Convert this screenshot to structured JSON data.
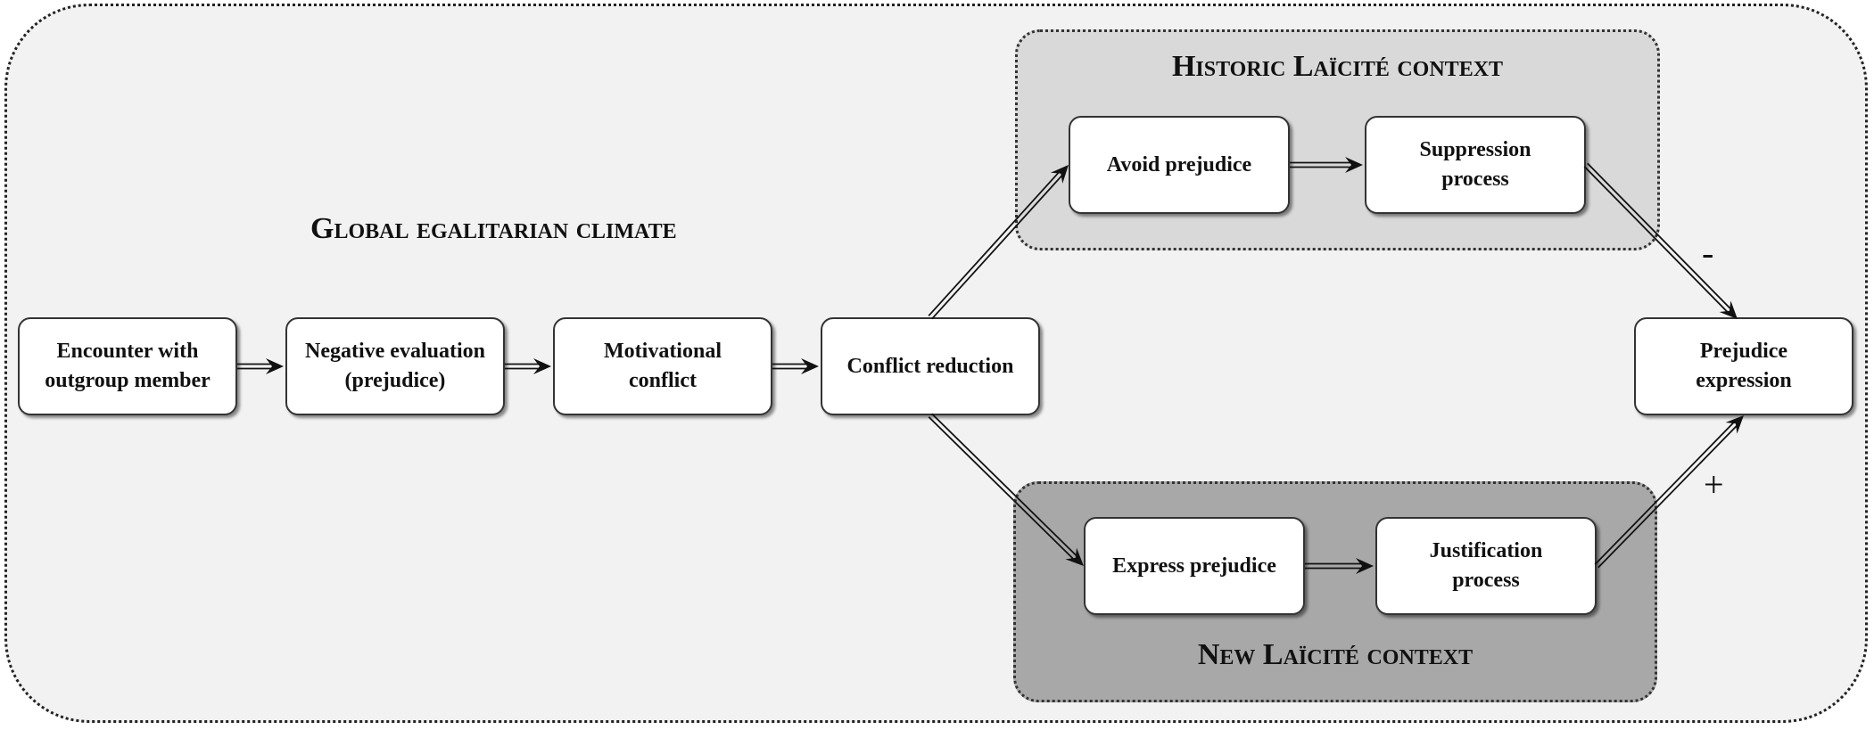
{
  "global_title": "Global egalitarian climate",
  "historic_context_title": "Historic Laïcité context",
  "new_context_title": "New Laïcité context",
  "boxes": {
    "encounter": "Encounter with\noutgroup member",
    "negative_evaluation": "Negative evaluation\n(prejudice)",
    "motivational_conflict": "Motivational\nconflict",
    "conflict_reduction": "Conflict reduction",
    "avoid_prejudice": "Avoid prejudice",
    "suppression_process": "Suppression\nprocess",
    "express_prejudice": "Express prejudice",
    "justification_process": "Justification\nprocess",
    "prejudice_expression": "Prejudice\nexpression"
  },
  "signs": {
    "minus": "-",
    "plus": "+"
  },
  "colors": {
    "climate_background": "#f2f2f2",
    "historic_context_fill": "#d9d9d9",
    "new_context_fill": "#a8a8a8"
  }
}
